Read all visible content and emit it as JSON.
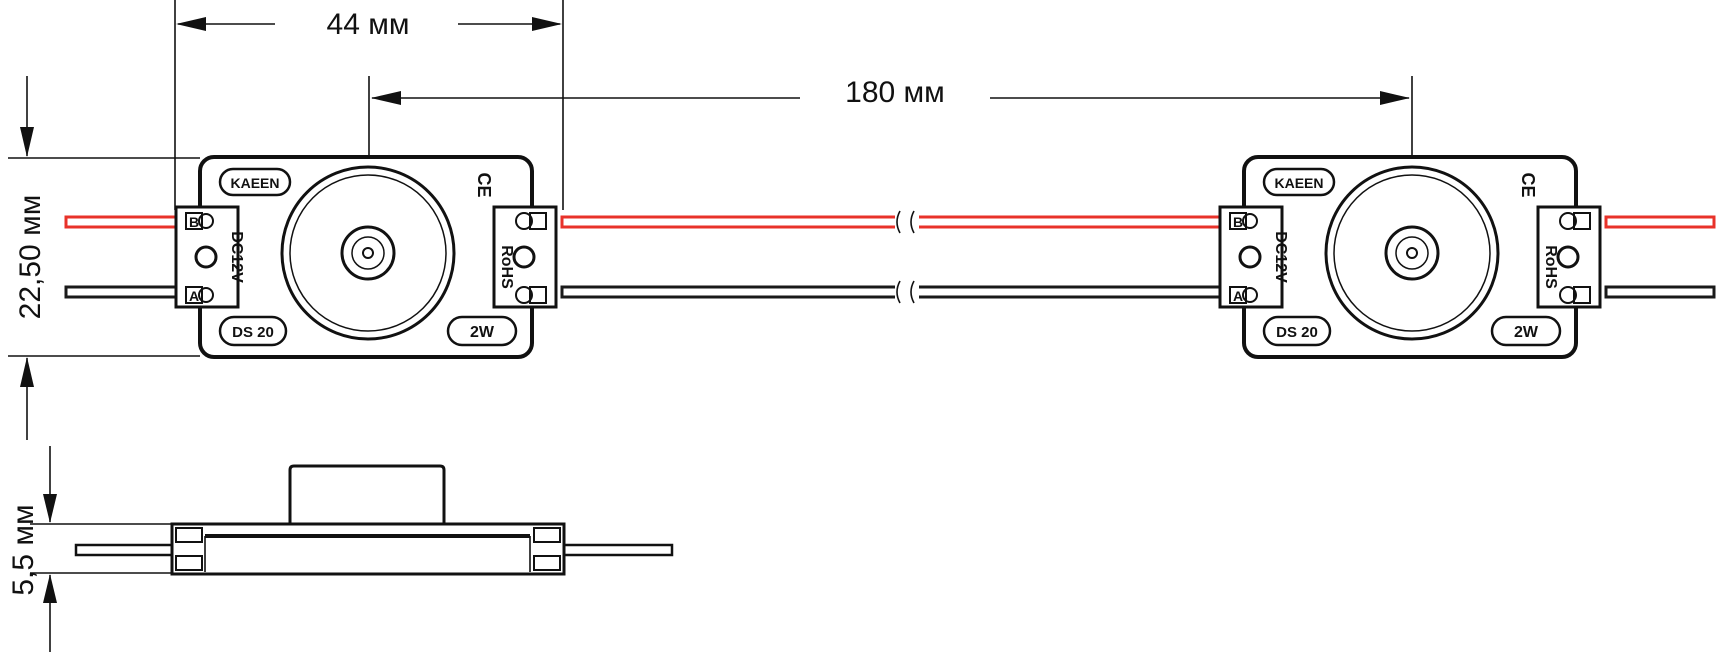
{
  "dimensions": {
    "module_width": "44 мм",
    "module_pitch": "180 мм",
    "module_height": "22,50 мм",
    "module_thickness": "5,5 мм"
  },
  "module_labels": {
    "brand": "KAEEN",
    "voltage": "DC12V",
    "certification_ce": "CE",
    "certification_rohs": "RoHS",
    "model": "DS 20",
    "power": "2W",
    "terminal_a": "A",
    "terminal_b": "B"
  },
  "colors": {
    "positive_wire": "#e8322a",
    "negative_wire": "#1a1a1a",
    "outline": "#111111"
  }
}
